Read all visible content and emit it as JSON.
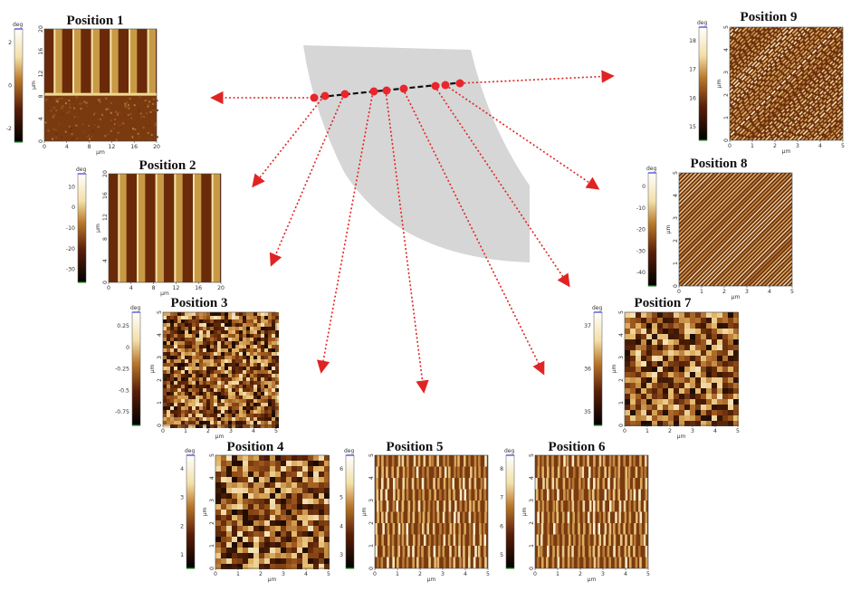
{
  "colors": {
    "wafer": "#d6d6d6",
    "marker": "#e8262b",
    "arrow": "#e02424",
    "cmap_dark": "#1a0a00",
    "cmap_mid": "#8a4a12",
    "cmap_light": "#f3e0a8"
  },
  "panels": [
    {
      "id": "p1",
      "title": "Position 1",
      "unit": "deg",
      "axis_unit": "µm",
      "cbar_ticks": [
        "2",
        "0",
        "-2"
      ],
      "x_ticks": [
        "0",
        "4",
        "8",
        "12",
        "16",
        "20"
      ],
      "y_ticks": [
        "0",
        "4",
        "8",
        "12",
        "16",
        "20"
      ],
      "pattern": "stripes_v_with_band"
    },
    {
      "id": "p2",
      "title": "Position 2",
      "unit": "deg",
      "axis_unit": "µm",
      "cbar_ticks": [
        "10",
        "0",
        "-10",
        "-20",
        "-30"
      ],
      "x_ticks": [
        "0",
        "4",
        "8",
        "12",
        "16",
        "20"
      ],
      "y_ticks": [
        "0",
        "4",
        "8",
        "12",
        "16",
        "20"
      ],
      "pattern": "stripes_v"
    },
    {
      "id": "p3",
      "title": "Position 3",
      "unit": "deg",
      "axis_unit": "µm",
      "cbar_ticks": [
        "0.25",
        "0",
        "-0.25",
        "-0.5",
        "-0.75"
      ],
      "x_ticks": [
        "0",
        "1",
        "2",
        "3",
        "4",
        "5"
      ],
      "y_ticks": [
        "0",
        "1",
        "2",
        "3",
        "4",
        "5"
      ],
      "pattern": "noise_fine"
    },
    {
      "id": "p4",
      "title": "Position 4",
      "unit": "deg",
      "axis_unit": "µm",
      "cbar_ticks": [
        "4",
        "3",
        "2",
        "1"
      ],
      "x_ticks": [
        "0",
        "1",
        "2",
        "3",
        "4",
        "5"
      ],
      "y_ticks": [
        "0",
        "1",
        "2",
        "3",
        "4",
        "5"
      ],
      "pattern": "noise_blobs"
    },
    {
      "id": "p5",
      "title": "Position 5",
      "unit": "deg",
      "axis_unit": "µm",
      "cbar_ticks": [
        "6",
        "5",
        "4",
        "3"
      ],
      "x_ticks": [
        "0",
        "1",
        "2",
        "3",
        "4",
        "5"
      ],
      "y_ticks": [
        "0",
        "1",
        "2",
        "3",
        "4",
        "5"
      ],
      "pattern": "lines_vertical"
    },
    {
      "id": "p6",
      "title": "Position 6",
      "unit": "deg",
      "axis_unit": "µm",
      "cbar_ticks": [
        "8",
        "7",
        "6",
        "5"
      ],
      "x_ticks": [
        "0",
        "1",
        "2",
        "3",
        "4",
        "5"
      ],
      "y_ticks": [
        "0",
        "1",
        "2",
        "3",
        "4",
        "5"
      ],
      "pattern": "lines_vertical"
    },
    {
      "id": "p7",
      "title": "Position 7",
      "unit": "deg",
      "axis_unit": "µm",
      "cbar_ticks": [
        "37",
        "36",
        "35"
      ],
      "x_ticks": [
        "0",
        "1",
        "2",
        "3",
        "4",
        "5"
      ],
      "y_ticks": [
        "0",
        "1",
        "2",
        "3",
        "4",
        "5"
      ],
      "pattern": "noise_blobs"
    },
    {
      "id": "p8",
      "title": "Position 8",
      "unit": "deg",
      "axis_unit": "µm",
      "cbar_ticks": [
        "0",
        "-10",
        "-20",
        "-30",
        "-40"
      ],
      "x_ticks": [
        "0",
        "1",
        "2",
        "3",
        "4",
        "5"
      ],
      "y_ticks": [
        "0",
        "1",
        "2",
        "3",
        "4",
        "5"
      ],
      "pattern": "lines_diag"
    },
    {
      "id": "p9",
      "title": "Position 9",
      "unit": "deg",
      "axis_unit": "µm",
      "cbar_ticks": [
        "18",
        "17",
        "16",
        "15"
      ],
      "x_ticks": [
        "0",
        "1",
        "2",
        "3",
        "4",
        "5"
      ],
      "y_ticks": [
        "0",
        "1",
        "2",
        "3",
        "4",
        "5"
      ],
      "pattern": "lines_diag_noisy"
    }
  ]
}
